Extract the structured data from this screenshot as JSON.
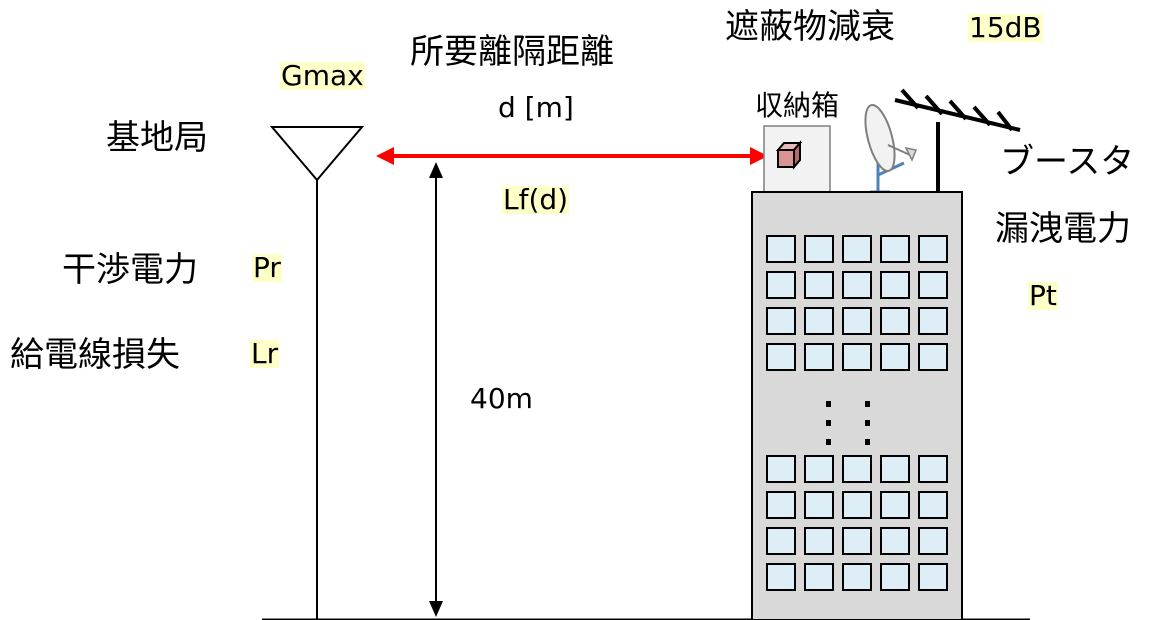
{
  "labels": {
    "base_station": "基地局",
    "gmax": "Gmax",
    "interference_power": "干渉電力",
    "pr": "Pr",
    "feeder_loss": "給電線損失",
    "lr": "Lr",
    "required_distance": "所要離隔距離",
    "distance_unit": "d [m]",
    "path_loss": "Lf(d)",
    "height": "40m",
    "shielding_loss": "遮蔽物減衰",
    "shielding_value": "15dB",
    "enclosure": "収納箱",
    "booster_line1": "ブースタ",
    "booster_line2": "漏洩電力",
    "pt": "Pt"
  },
  "colors": {
    "highlight": "#ffffc8",
    "arrow": "#ff0000",
    "building_fill": "#d9d9d9",
    "window_fill": "#ddeef6",
    "box_fill": "#d99594",
    "dish_stand": "#4f81bd"
  },
  "icons": [
    "antenna-icon",
    "box-icon",
    "dish-icon",
    "tv-antenna-icon",
    "building-icon"
  ]
}
